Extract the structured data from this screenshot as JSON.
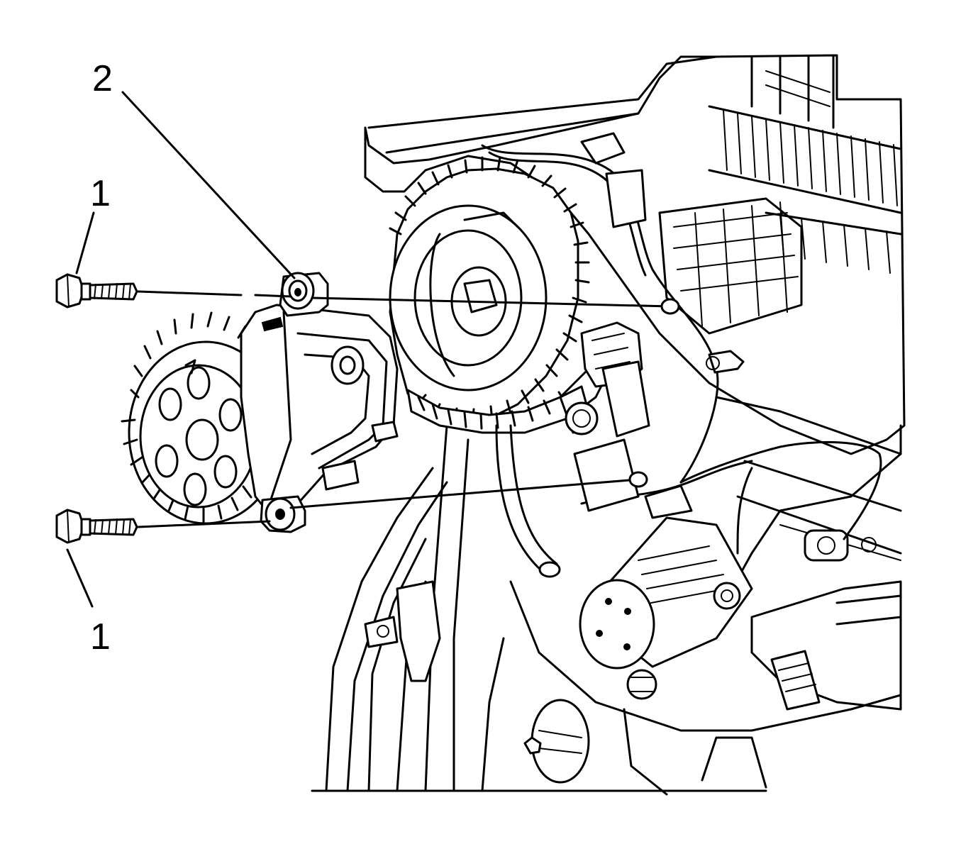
{
  "diagram": {
    "callouts": [
      {
        "id": "top-left-1",
        "label": "1"
      },
      {
        "id": "top-2",
        "label": "2"
      },
      {
        "id": "bottom-left-1",
        "label": "1"
      }
    ]
  },
  "colors": {
    "ink": "#000000",
    "paper": "#ffffff"
  }
}
